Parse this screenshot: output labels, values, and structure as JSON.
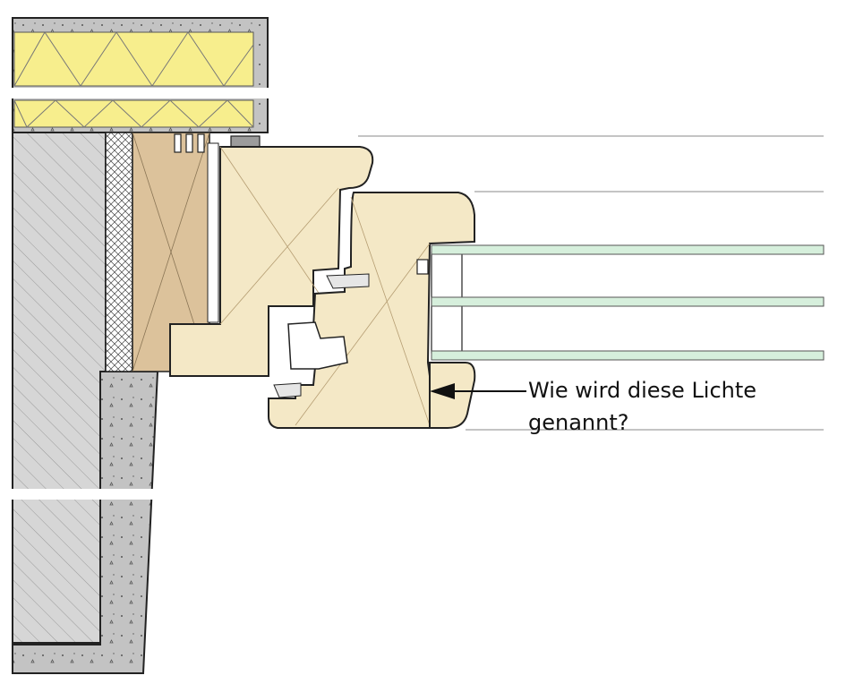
{
  "annotation": {
    "lines": [
      "Wie wird diese Lichte",
      "genannt?"
    ]
  },
  "colors": {
    "insulation": "#f7ee8d",
    "timber": "#f4e8c6",
    "timber_dark": "#dcc29b",
    "wall_hatch": "#d3d3d3",
    "concrete": "#bfbfbf",
    "glass": "#d6efdc",
    "outline": "#222222"
  },
  "materials": {
    "wall": "hatched masonry",
    "insulation": "mineral wool",
    "lining": "wooden plank",
    "frame": "timber frame",
    "sash": "timber sash",
    "glazing": "triple glazing",
    "reveal": "concrete plaster"
  }
}
